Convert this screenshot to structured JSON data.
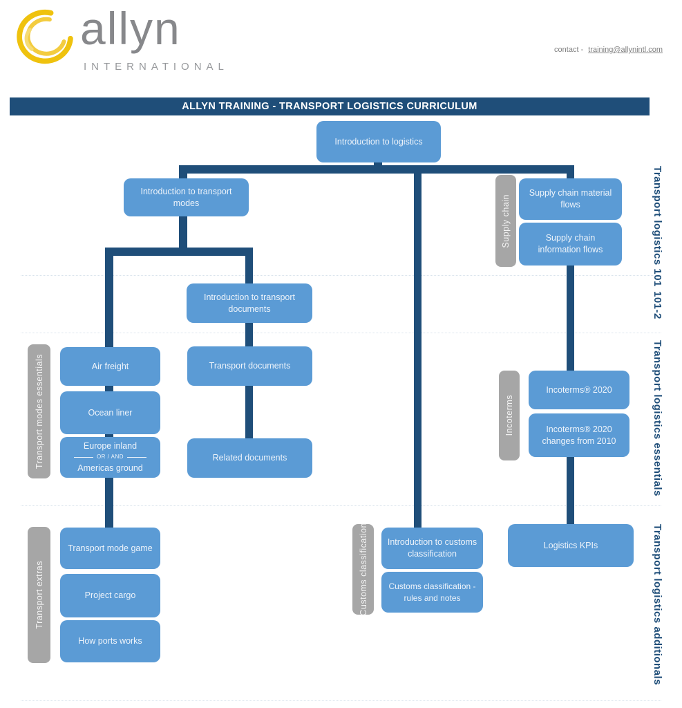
{
  "header": {
    "logo_name": "allyn",
    "logo_subtitle": "INTERNATIONAL",
    "contact_label": "contact -",
    "contact_email": "training@allynintl.com"
  },
  "title": "ALLYN TRAINING - TRANSPORT LOGISTICS CURRICULUM",
  "colors": {
    "node_blue": "#5B9BD5",
    "connector_blue": "#1F4E79",
    "titlebar_blue": "#1F4E79",
    "group_gray": "#A6A6A6",
    "section_label_blue": "#1F4E79",
    "logo_yellow": "#F2C312"
  },
  "nodes": {
    "intro_logistics": "Introduction to logistics",
    "intro_transport_modes": "Introduction to transport modes",
    "supply_chain_material_flows": "Supply chain material flows",
    "supply_chain_information_flows": "Supply chain information flows",
    "intro_transport_documents": "Introduction to transport documents",
    "air_freight": "Air freight",
    "ocean_liner": "Ocean liner",
    "europe_inland": "Europe inland",
    "or_and": "OR / AND",
    "americas_ground": "Americas ground",
    "transport_documents": "Transport documents",
    "related_documents": "Related documents",
    "incoterms_2020": "Incoterms® 2020",
    "incoterms_changes": "Incoterms® 2020 changes from 2010",
    "intro_customs_classification": "Introduction to customs classification",
    "customs_rules_notes": "Customs classification - rules and notes",
    "logistics_kpis": "Logistics KPIs",
    "transport_mode_game": "Transport mode game",
    "project_cargo": "Project cargo",
    "how_ports_works": "How ports works"
  },
  "group_labels": {
    "supply_chain": "Supply chain",
    "transport_modes_essentials": "Transport modes essentials",
    "incoterms": "Incoterms",
    "customs_classification": "Customs classification",
    "transport_extras": "Transport extras"
  },
  "section_labels": {
    "s101": "Transport logistics 101",
    "s101_2": "101-2",
    "essentials": "Transport logistics essentials",
    "additionals": "Transport logistics additionals"
  }
}
